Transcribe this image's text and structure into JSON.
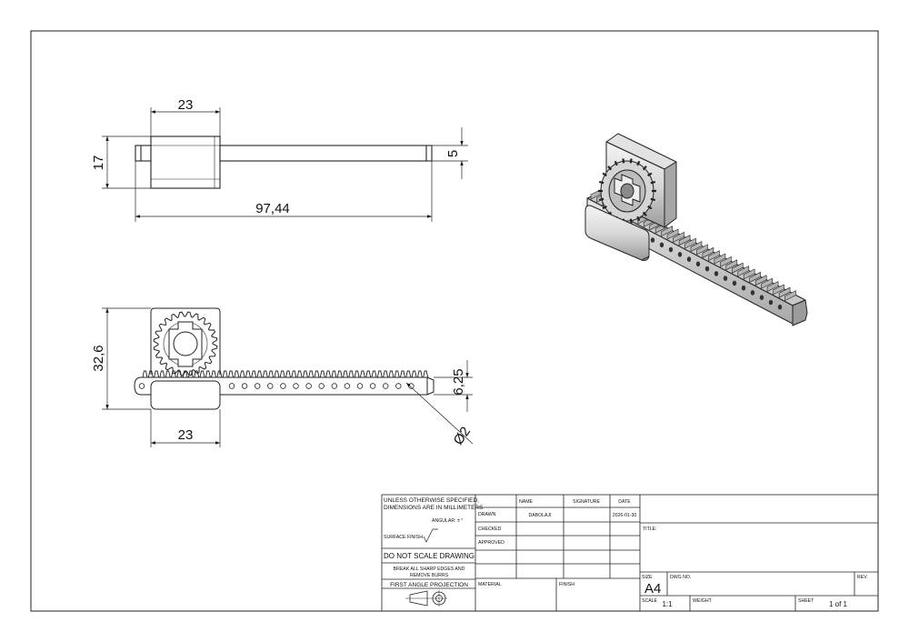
{
  "dimensions": {
    "top_width": "23",
    "top_height": "17",
    "shaft_diameter": "5",
    "overall_length": "97,44",
    "front_height": "32,6",
    "rack_height": "6,25",
    "hole_diameter": "Ø2",
    "front_width": "23"
  },
  "title_block": {
    "general_note_line1": "UNLESS OTHERWISE SPECIFIED,",
    "general_note_line2": "DIMENSIONS ARE IN MILLIMETERS",
    "angular": "ANGULAR: ± °",
    "surface_finish": "SURFACE FINISH",
    "do_not_scale": "DO NOT SCALE DRAWING",
    "break_edges_line1": "BREAK ALL SHARP EDGES AND",
    "break_edges_line2": "REMOVE BURRS",
    "projection": "FIRST ANGLE PROJECTION",
    "col_name": "NAME",
    "col_signature": "SIGNATURE",
    "col_date": "DATE",
    "row_drawn": "DRAWN",
    "row_checked": "CHECKED",
    "row_approved": "APPROVED",
    "drawn_name": "DABOLAJI",
    "drawn_date": "2026-01-30",
    "material_label": "MATERIAL",
    "finish_label": "FINISH",
    "title_label": "TITLE:",
    "size_label": "SIZE",
    "size_value": "A4",
    "dwg_no_label": "DWG NO.",
    "rev_label": "REV.",
    "scale_label": "SCALE",
    "scale_value": "1:1",
    "weight_label": "WEIGHT",
    "sheet_label": "SHEET",
    "sheet_value": "1 of 1"
  }
}
